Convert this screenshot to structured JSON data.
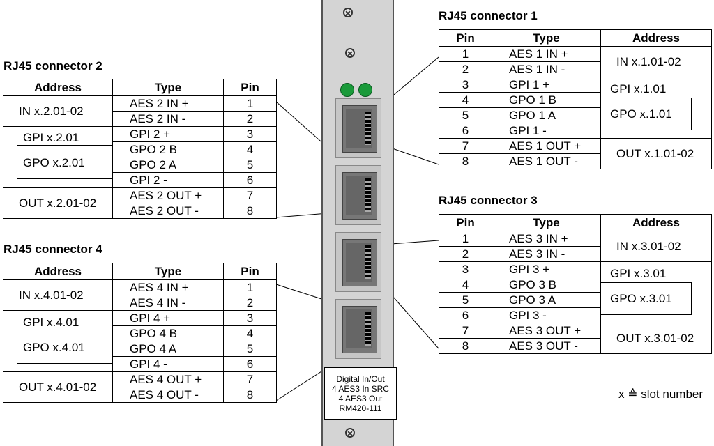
{
  "legend": "x ≙ slot number",
  "module_label": [
    "Digital In/Out",
    "4 AES3 In SRC",
    "4 AES3 Out",
    "RM420-111"
  ],
  "headers": {
    "pin": "Pin",
    "type": "Type",
    "address": "Address"
  },
  "connectors": [
    {
      "title": "RJ45 connector 1",
      "types": [
        "AES 1 IN +",
        "AES 1 IN -",
        "GPI 1 +",
        "GPO 1 B",
        "GPO 1 A",
        "GPI 1 -",
        "AES 1 OUT +",
        "AES 1 OUT -"
      ],
      "addr_in": "IN x.1.01-02",
      "addr_gpi": "GPI x.1.01",
      "addr_gpo": "GPO x.1.01",
      "addr_out": "OUT x.1.01-02"
    },
    {
      "title": "RJ45 connector 2",
      "types": [
        "AES 2 IN +",
        "AES 2 IN -",
        "GPI 2 +",
        "GPO 2 B",
        "GPO 2 A",
        "GPI 2 -",
        "AES 2 OUT +",
        "AES 2 OUT -"
      ],
      "addr_in": "IN x.2.01-02",
      "addr_gpi": "GPI x.2.01",
      "addr_gpo": "GPO x.2.01",
      "addr_out": "OUT x.2.01-02"
    },
    {
      "title": "RJ45 connector 3",
      "types": [
        "AES 3 IN +",
        "AES 3 IN -",
        "GPI 3 +",
        "GPO 3 B",
        "GPO 3 A",
        "GPI 3 -",
        "AES 3 OUT +",
        "AES 3 OUT -"
      ],
      "addr_in": "IN x.3.01-02",
      "addr_gpi": "GPI x.3.01",
      "addr_gpo": "GPO x.3.01",
      "addr_out": "OUT x.3.01-02"
    },
    {
      "title": "RJ45 connector 4",
      "types": [
        "AES 4 IN +",
        "AES 4 IN -",
        "GPI 4 +",
        "GPO 4 B",
        "GPO 4 A",
        "GPI 4 -",
        "AES 4 OUT +",
        "AES 4 OUT -"
      ],
      "addr_in": "IN x.4.01-02",
      "addr_gpi": "GPI x.4.01",
      "addr_gpo": "GPO x.4.01",
      "addr_out": "OUT x.4.01-02"
    }
  ],
  "pins": [
    "1",
    "2",
    "3",
    "4",
    "5",
    "6",
    "7",
    "8"
  ],
  "colors": {
    "led": "#1a9a3a",
    "panel": "#d4d4d4"
  }
}
